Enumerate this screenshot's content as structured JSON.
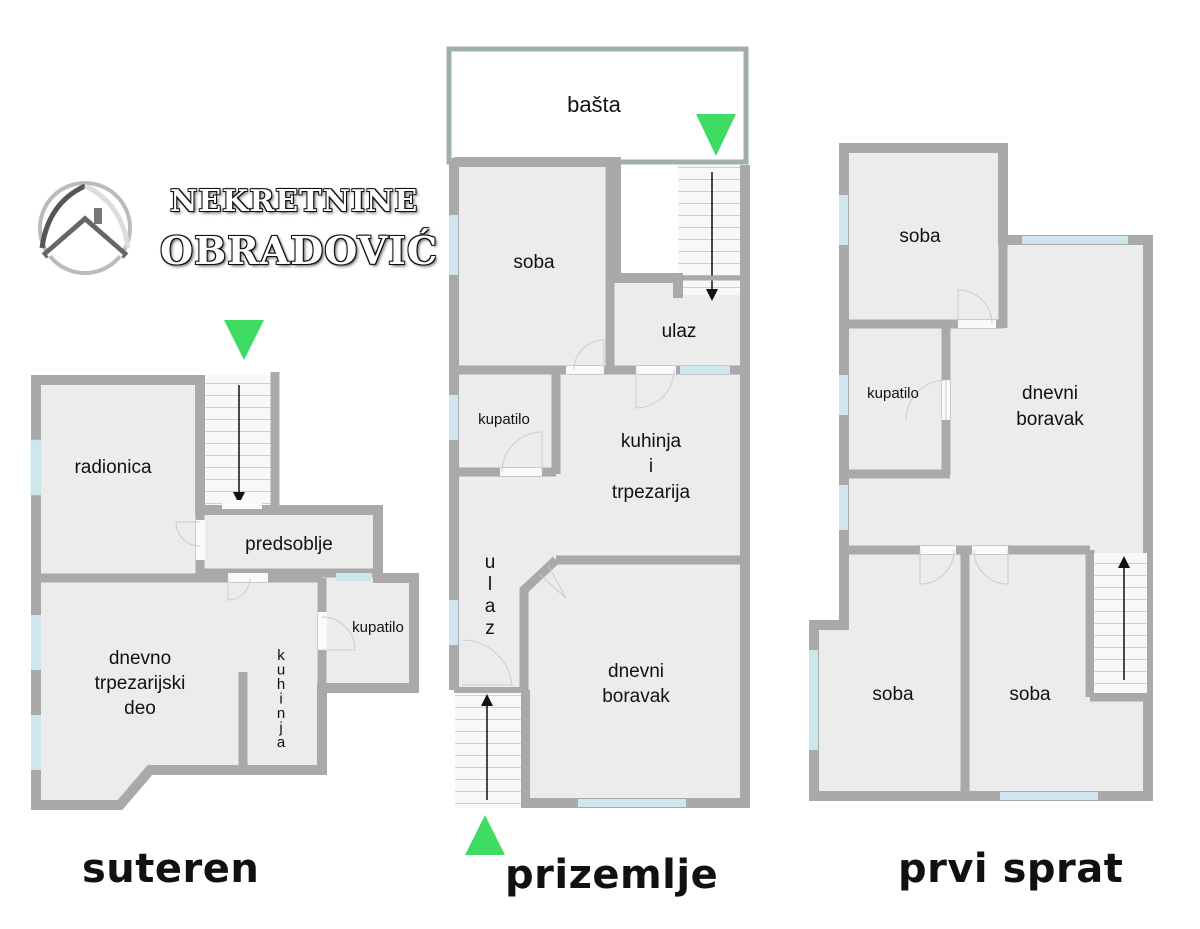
{
  "logo": {
    "line1": "NEKRETNINE",
    "line2": "OBRADOVIĆ",
    "emblem": "house-roof-emblem"
  },
  "floors": {
    "suteren": {
      "label": "suteren",
      "rooms": {
        "radionica": "radionica",
        "predsoblje": "predsoblje",
        "kupatilo": "kupatilo",
        "dnevno_line1": "dnevno",
        "dnevno_line2": "trpezarijski",
        "dnevno_line3": "deo",
        "kuhinja": "kuhinja"
      }
    },
    "prizemlje": {
      "label": "prizemlje",
      "rooms": {
        "basta": "bašta",
        "soba": "soba",
        "ulaz_top": "ulaz",
        "kupatilo": "kupatilo",
        "kuhinja_line1": "kuhinja",
        "kuhinja_line2": "i",
        "kuhinja_line3": "trpezarija",
        "ulaz_side": "ulaz",
        "dnevni_line1": "dnevni",
        "dnevni_line2": "boravak"
      }
    },
    "prvi_sprat": {
      "label": "prvi sprat",
      "rooms": {
        "soba_top": "soba",
        "kupatilo": "kupatilo",
        "dnevni_line1": "dnevni",
        "dnevni_line2": "boravak",
        "soba_left": "soba",
        "soba_right": "soba"
      }
    }
  },
  "colors": {
    "wall": "#a9a9a9",
    "floor": "#ececec",
    "window": "#cfe6ef",
    "arrow": "#3fdc64",
    "garden_border": "#9fb0a8",
    "stairs": "#f7f7f7"
  },
  "icons": [
    "entrance-arrow-icon",
    "stairs-icon",
    "door-swing-icon",
    "window-icon"
  ]
}
